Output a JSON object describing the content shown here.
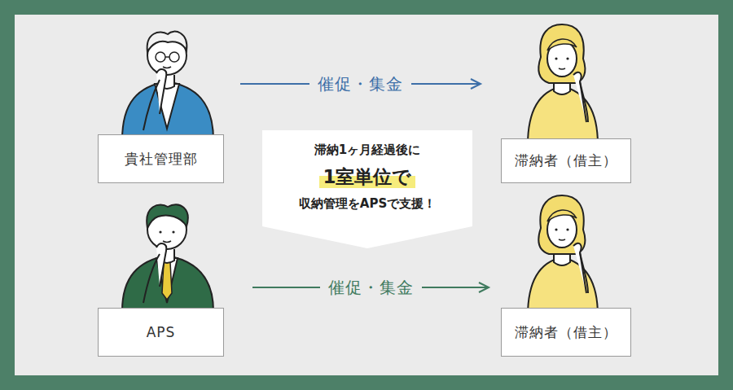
{
  "diagram": {
    "nodes": [
      {
        "text": [
          "貴社管理部"
        ]
      },
      {
        "text": [
          "滞納者（借主）"
        ]
      },
      {
        "text": [
          "滞納1ヶ月経過後に",
          "1室単位で",
          "収納管理をAPSで支援！"
        ]
      },
      {
        "text": [
          "APS"
        ]
      },
      {
        "text": [
          "滞納者（借主）"
        ]
      }
    ],
    "edges": [
      {
        "from": 0,
        "to": 1,
        "arrow": "to",
        "label": "催促・集金"
      },
      {
        "from": 3,
        "to": 4,
        "arrow": "to",
        "label": "催促・集金"
      }
    ]
  }
}
